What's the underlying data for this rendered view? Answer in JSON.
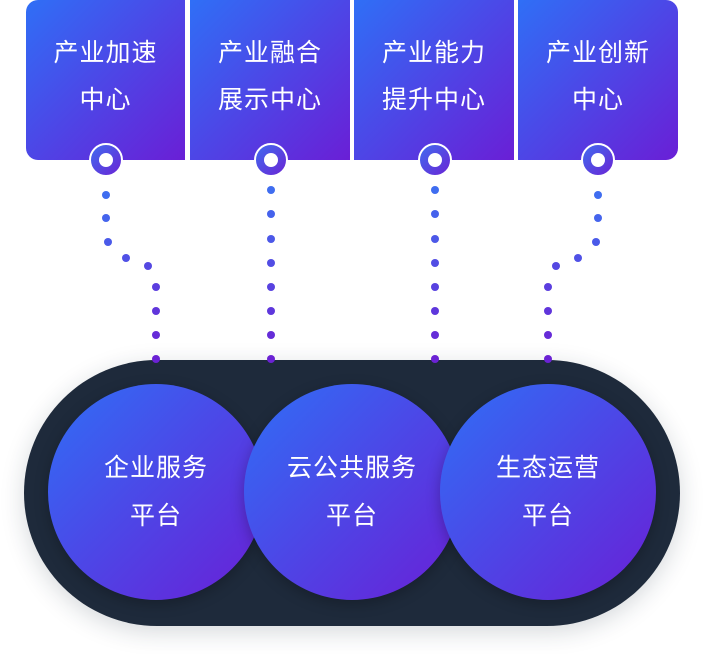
{
  "centers": [
    {
      "line1": "产业加速",
      "line2": "中心"
    },
    {
      "line1": "产业融合",
      "line2": "展示中心"
    },
    {
      "line1": "产业能力",
      "line2": "提升中心"
    },
    {
      "line1": "产业创新",
      "line2": "中心"
    }
  ],
  "platforms": [
    {
      "line1": "企业服务",
      "line2": "平台"
    },
    {
      "line1": "云公共服务",
      "line2": "平台"
    },
    {
      "line1": "生态运营",
      "line2": "平台"
    }
  ],
  "colors": {
    "gradient_start": "#2f6ff6",
    "gradient_end": "#6a1fd6",
    "pill": "#1e2a3b",
    "dot_top": "#3f6df0",
    "dot_bottom": "#6b22d4"
  }
}
